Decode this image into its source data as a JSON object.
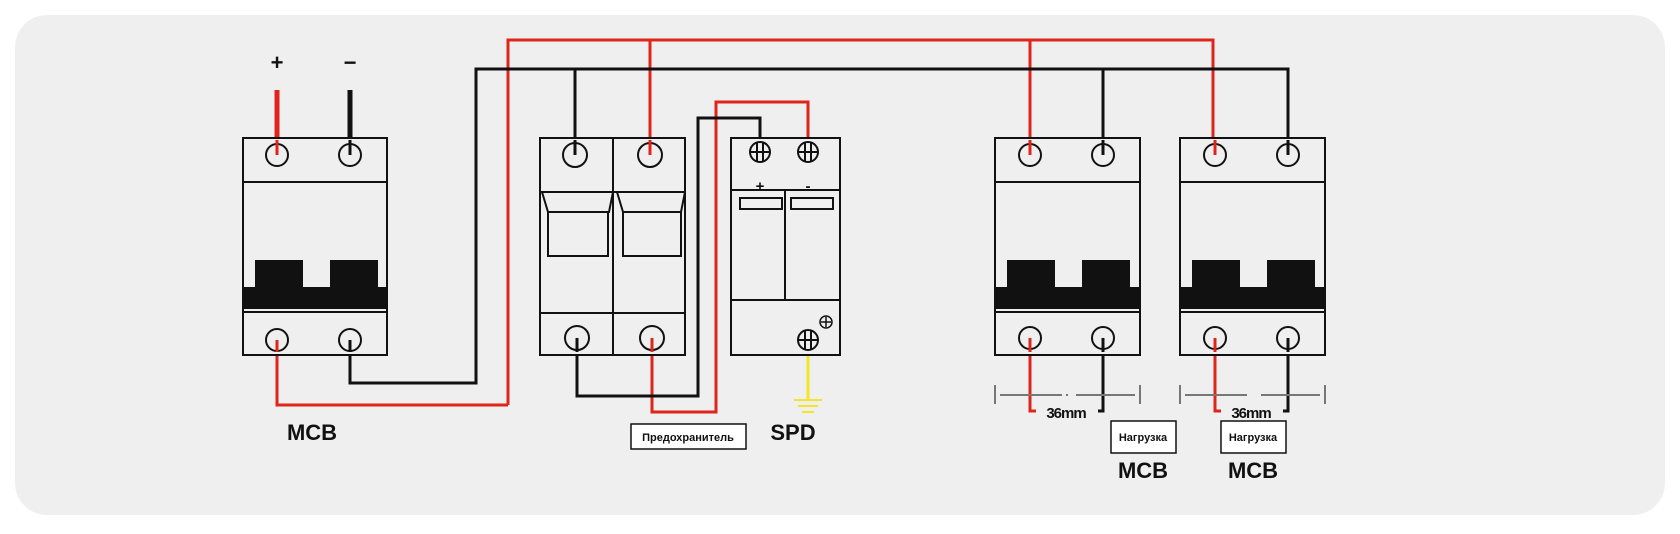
{
  "diagram": {
    "colors": {
      "positive_wire": "#e0241b",
      "negative_wire": "#111111",
      "ground_wire": "#f2e62a",
      "panel": "#efefef"
    },
    "input": {
      "plus_label": "+",
      "minus_label": "−"
    },
    "main_mcb": {
      "label": "MCB"
    },
    "fuse": {
      "label": "Предохранитель"
    },
    "spd": {
      "label": "SPD",
      "plus_label": "+",
      "minus_label": "-"
    },
    "load_mcbs": [
      {
        "label": "MCB",
        "width_label": "36mm",
        "load_label": "Нагрузка"
      },
      {
        "label": "MCB",
        "width_label": "36mm",
        "load_label": "Нагрузка"
      }
    ]
  }
}
